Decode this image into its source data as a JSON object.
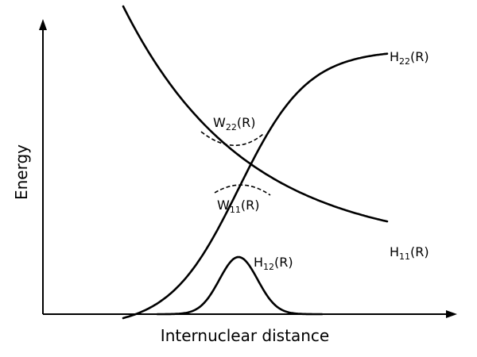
{
  "diagram": {
    "axes": {
      "x_title": "Internuclear distance",
      "y_title": "Energy"
    },
    "curves": {
      "h11": {
        "main": "H",
        "sub": "11",
        "tail": "(R)"
      },
      "h22": {
        "main": "H",
        "sub": "22",
        "tail": "(R)"
      },
      "h12": {
        "main": "H",
        "sub": "12",
        "tail": "(R)"
      },
      "w11": {
        "main": "W",
        "sub": "11",
        "tail": "(R)"
      },
      "w22": {
        "main": "W",
        "sub": "22",
        "tail": "(R)"
      }
    },
    "colors": {
      "line": "#000000",
      "background": "#ffffff"
    }
  }
}
